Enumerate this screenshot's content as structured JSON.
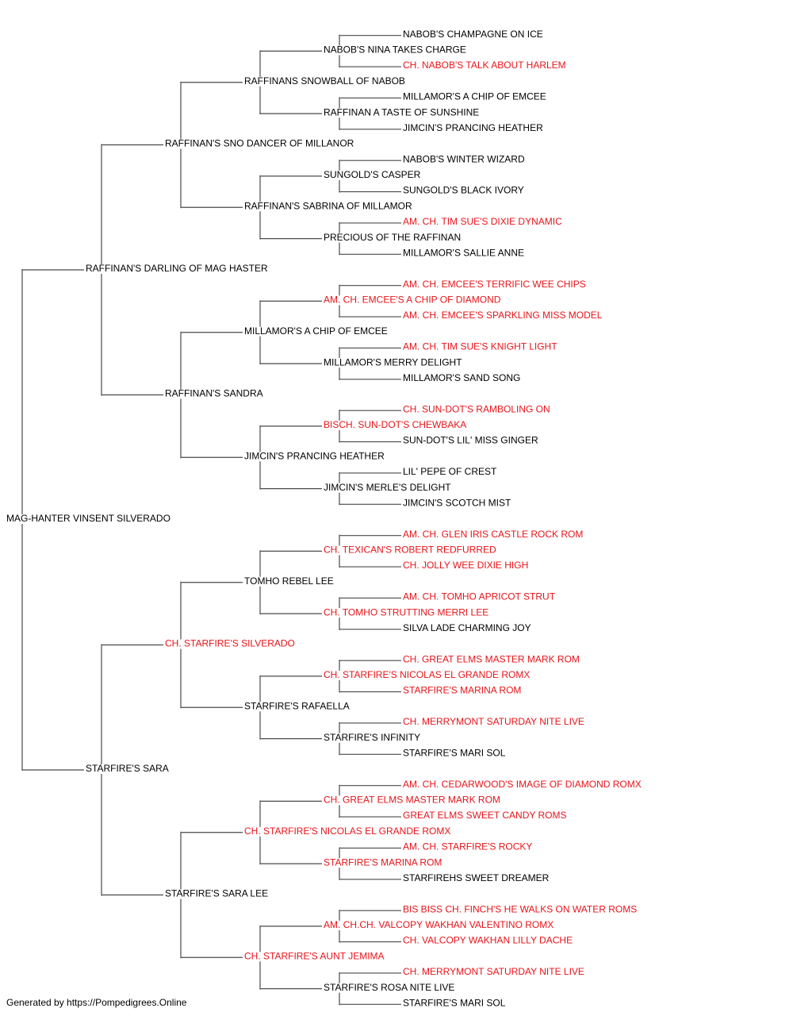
{
  "colors": {
    "normal": "#000000",
    "champion": "#e8141a",
    "line": "#4a4a4a"
  },
  "footer": "Generated by https://Pompedigrees.Online",
  "pedigree": {
    "name": "MAG-HANTER VINSENT SILVERADO",
    "ch": false,
    "sire": {
      "name": "RAFFINAN'S DARLING OF MAG HASTER",
      "ch": false,
      "sire": {
        "name": "RAFFINAN'S SNO DANCER OF MILLANOR",
        "ch": false,
        "sire": {
          "name": "RAFFINANS SNOWBALL OF NABOB",
          "ch": false,
          "sire": {
            "name": "NABOB'S NINA TAKES CHARGE",
            "ch": false,
            "sire": {
              "name": "NABOB'S CHAMPAGNE ON ICE",
              "ch": false
            },
            "dam": {
              "name": "CH. NABOB'S TALK ABOUT HARLEM",
              "ch": true
            }
          },
          "dam": {
            "name": "RAFFINAN A TASTE OF SUNSHINE",
            "ch": false,
            "sire": {
              "name": "MILLAMOR'S A CHIP OF EMCEE",
              "ch": false
            },
            "dam": {
              "name": "JIMCIN'S PRANCING HEATHER",
              "ch": false
            }
          }
        },
        "dam": {
          "name": "RAFFINAN'S SABRINA OF MILLAMOR",
          "ch": false,
          "sire": {
            "name": "SUNGOLD'S CASPER",
            "ch": false,
            "sire": {
              "name": "NABOB'S WINTER WIZARD",
              "ch": false
            },
            "dam": {
              "name": "SUNGOLD'S BLACK IVORY",
              "ch": false
            }
          },
          "dam": {
            "name": "PRECIOUS OF THE RAFFINAN",
            "ch": false,
            "sire": {
              "name": "AM. CH. TIM SUE'S DIXIE DYNAMIC",
              "ch": true
            },
            "dam": {
              "name": "MILLAMOR'S SALLIE ANNE",
              "ch": false
            }
          }
        }
      },
      "dam": {
        "name": "RAFFINAN'S SANDRA",
        "ch": false,
        "sire": {
          "name": "MILLAMOR'S A CHIP OF EMCEE",
          "ch": false,
          "sire": {
            "name": "AM. CH. EMCEE'S A CHIP OF DIAMOND",
            "ch": true,
            "sire": {
              "name": "AM. CH. EMCEE'S TERRIFIC WEE CHIPS",
              "ch": true
            },
            "dam": {
              "name": "AM. CH. EMCEE'S SPARKLING MISS MODEL",
              "ch": true
            }
          },
          "dam": {
            "name": "MILLAMOR'S MERRY DELIGHT",
            "ch": false,
            "sire": {
              "name": "AM. CH. TIM SUE'S KNIGHT LIGHT",
              "ch": true
            },
            "dam": {
              "name": "MILLAMOR'S SAND SONG",
              "ch": false
            }
          }
        },
        "dam": {
          "name": "JIMCIN'S PRANCING HEATHER",
          "ch": false,
          "sire": {
            "name": "BISCH. SUN-DOT'S CHEWBAKA",
            "ch": true,
            "sire": {
              "name": "CH. SUN-DOT'S RAMBOLING ON",
              "ch": true
            },
            "dam": {
              "name": "SUN-DOT'S LIL' MISS GINGER",
              "ch": false
            }
          },
          "dam": {
            "name": "JIMCIN'S MERLE'S DELIGHT",
            "ch": false,
            "sire": {
              "name": "LIL' PEPE OF CREST",
              "ch": false
            },
            "dam": {
              "name": "JIMCIN'S SCOTCH MIST",
              "ch": false
            }
          }
        }
      }
    },
    "dam": {
      "name": "STARFIRE'S SARA",
      "ch": false,
      "sire": {
        "name": "CH. STARFIRE'S SILVERADO",
        "ch": true,
        "sire": {
          "name": "TOMHO REBEL LEE",
          "ch": false,
          "sire": {
            "name": "CH. TEXICAN'S ROBERT REDFURRED",
            "ch": true,
            "sire": {
              "name": "AM. CH. GLEN IRIS CASTLE ROCK ROM",
              "ch": true
            },
            "dam": {
              "name": "CH. JOLLY WEE DIXIE HIGH",
              "ch": true
            }
          },
          "dam": {
            "name": "CH. TOMHO STRUTTING MERRI LEE",
            "ch": true,
            "sire": {
              "name": "AM. CH. TOMHO APRICOT STRUT",
              "ch": true
            },
            "dam": {
              "name": "SILVA LADE CHARMING JOY",
              "ch": false
            }
          }
        },
        "dam": {
          "name": "STARFIRE'S RAFAELLA",
          "ch": false,
          "sire": {
            "name": "CH. STARFIRE'S NICOLAS EL GRANDE ROMX",
            "ch": true,
            "sire": {
              "name": "CH. GREAT ELMS MASTER MARK ROM",
              "ch": true
            },
            "dam": {
              "name": "STARFIRE'S MARINA ROM",
              "ch": true
            }
          },
          "dam": {
            "name": "STARFIRE'S INFINITY",
            "ch": false,
            "sire": {
              "name": "CH. MERRYMONT SATURDAY NITE LIVE",
              "ch": true
            },
            "dam": {
              "name": "STARFIRE'S MARI SOL",
              "ch": false
            }
          }
        }
      },
      "dam": {
        "name": "STARFIRE'S SARA LEE",
        "ch": false,
        "sire": {
          "name": "CH. STARFIRE'S NICOLAS EL GRANDE ROMX",
          "ch": true,
          "sire": {
            "name": "CH. GREAT ELMS MASTER MARK ROM",
            "ch": true,
            "sire": {
              "name": "AM. CH. CEDARWOOD'S IMAGE OF DIAMOND ROMX",
              "ch": true
            },
            "dam": {
              "name": "GREAT ELMS SWEET CANDY ROMS",
              "ch": true
            }
          },
          "dam": {
            "name": "STARFIRE'S MARINA ROM",
            "ch": true,
            "sire": {
              "name": "AM. CH. STARFIRE'S ROCKY",
              "ch": true
            },
            "dam": {
              "name": "STARFIREHS SWEET DREAMER",
              "ch": false
            }
          }
        },
        "dam": {
          "name": "CH. STARFIRE'S AUNT JEMIMA",
          "ch": true,
          "sire": {
            "name": "AM. CH.CH. VALCOPY WAKHAN VALENTINO ROMX",
            "ch": true,
            "sire": {
              "name": "BIS BISS CH. FINCH'S HE WALKS ON WATER ROMS",
              "ch": true
            },
            "dam": {
              "name": "CH. VALCOPY WAKHAN LILLY DACHE",
              "ch": true
            }
          },
          "dam": {
            "name": "STARFIRE'S ROSA NITE LIVE",
            "ch": false,
            "sire": {
              "name": "CH. MERRYMONT SATURDAY NITE LIVE",
              "ch": true
            },
            "dam": {
              "name": "STARFIRE'S MARI SOL",
              "ch": false
            }
          }
        }
      }
    }
  }
}
